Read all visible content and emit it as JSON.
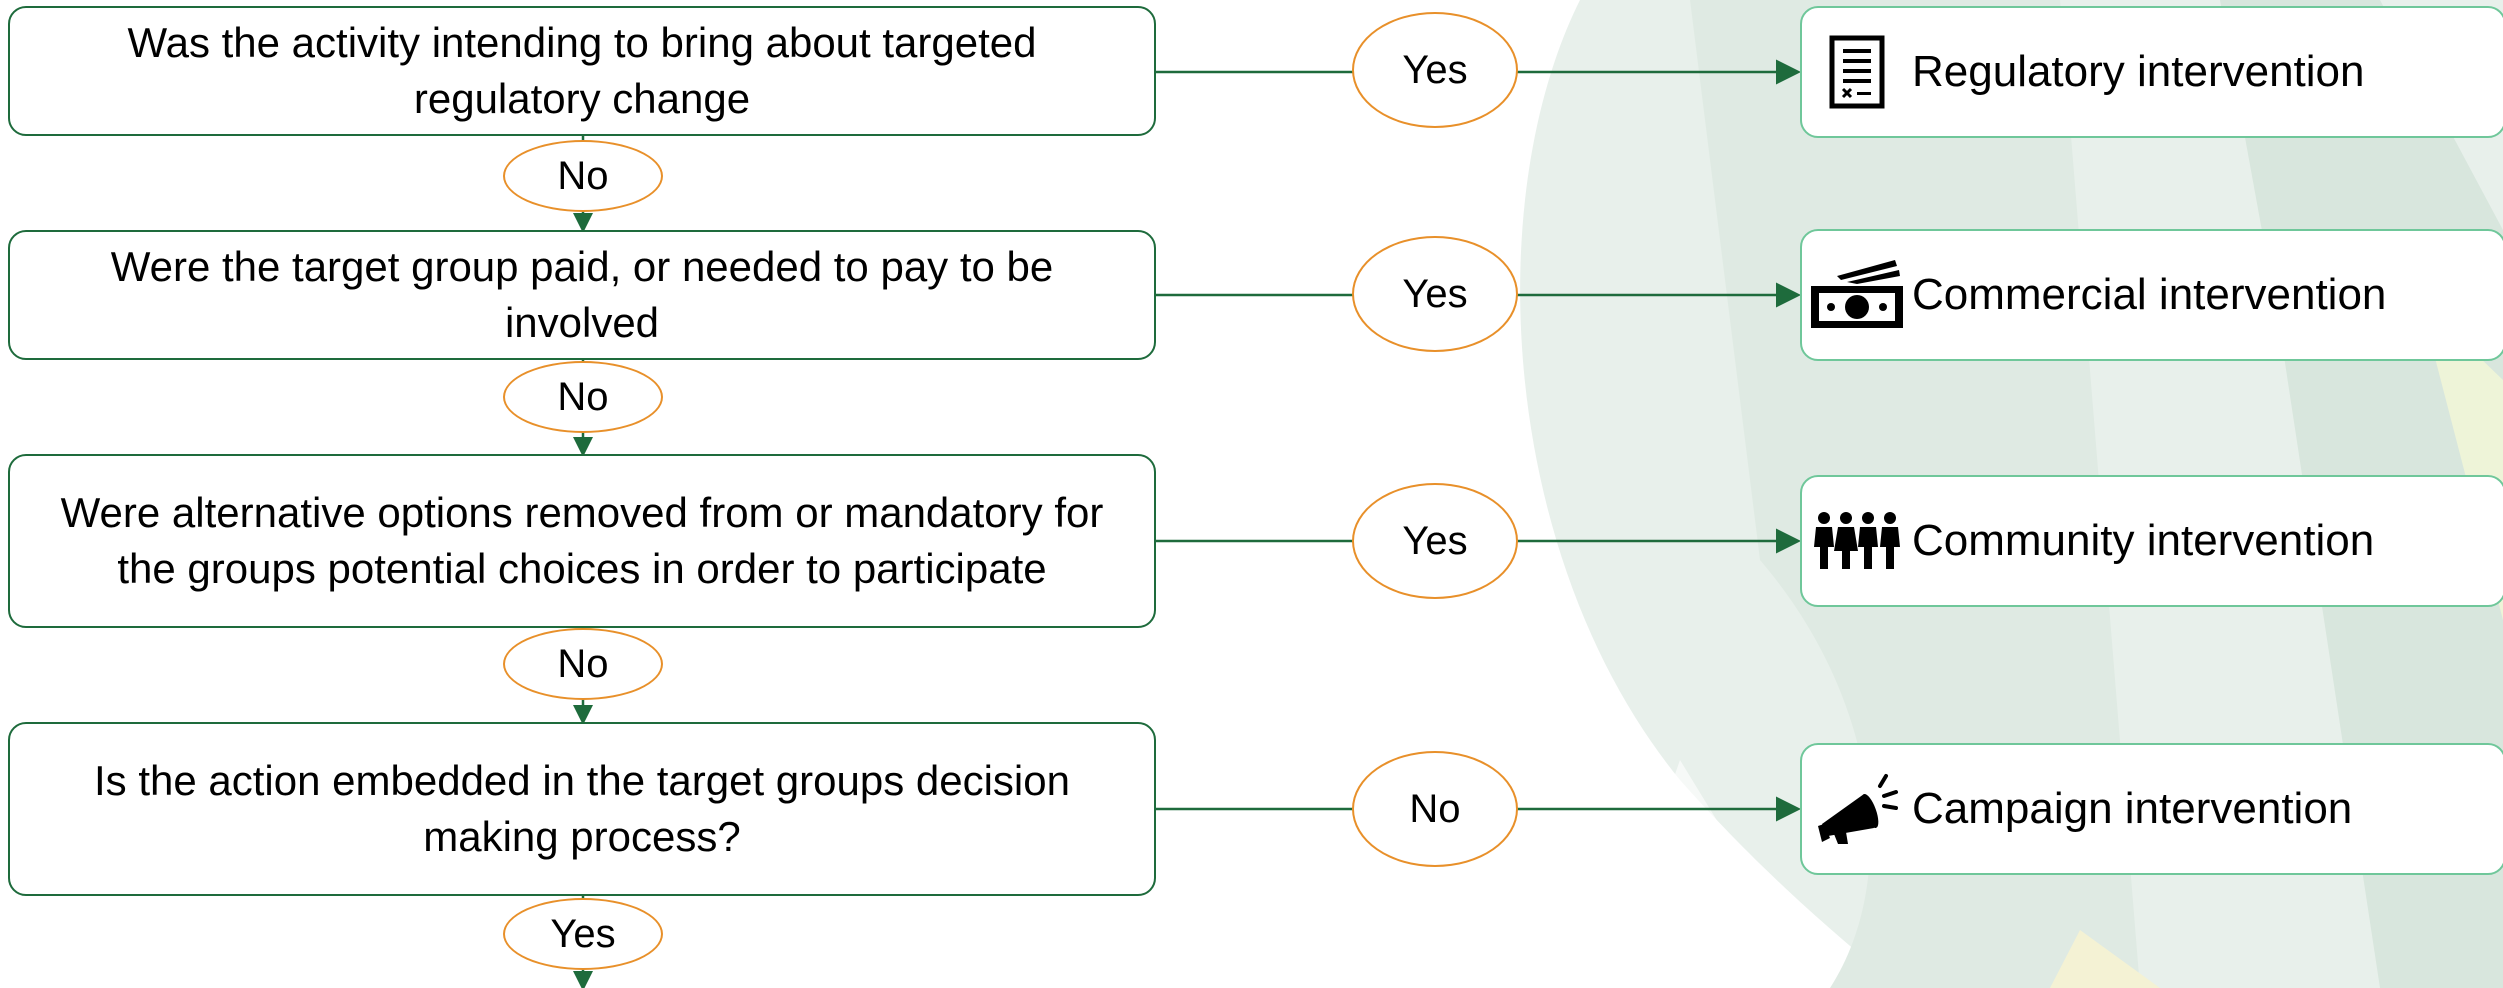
{
  "questions": [
    "Was the activity intending to bring about targeted regulatory change",
    "Were the target group paid, or needed to pay to be involved",
    "Were alternative options removed from or mandatory for the groups potential choices in order to participate",
    "Is the action embedded in the target groups decision making process?"
  ],
  "down_labels": [
    "No",
    "No",
    "No",
    "Yes"
  ],
  "side_labels": [
    "Yes",
    "Yes",
    "Yes",
    "No"
  ],
  "results": [
    {
      "label": "Regulatory intervention",
      "icon": "document-icon"
    },
    {
      "label": "Commercial intervention",
      "icon": "money-icon"
    },
    {
      "label": "Community intervention",
      "icon": "people-icon"
    },
    {
      "label": "Campaign intervention",
      "icon": "megaphone-icon"
    }
  ],
  "colors": {
    "box_border": "#1e6b3c",
    "oval_border": "#e8902a",
    "result_border": "#6fc79a",
    "connector": "#1e6b3c"
  }
}
